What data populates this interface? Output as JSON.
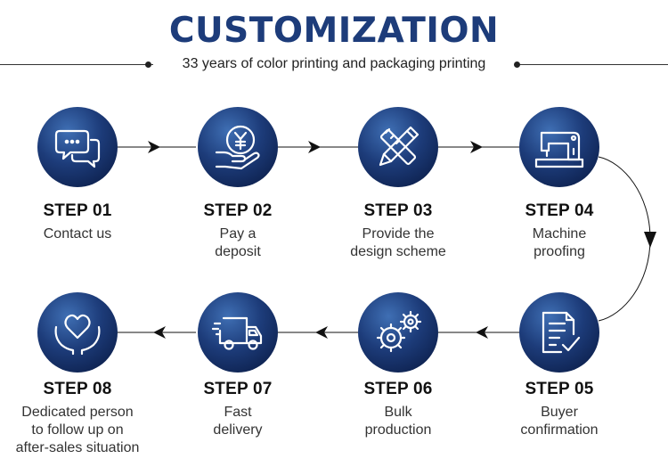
{
  "header": {
    "title": "CUSTOMIZATION",
    "subtitle": "33 years of color printing and packaging printing"
  },
  "colors": {
    "circle_light": "#3f6fb4",
    "circle_dark": "#0f2453",
    "title": "#1d3c7a"
  },
  "steps": [
    {
      "title": "STEP 01",
      "line1": "Contact us",
      "line2": "",
      "line3": "",
      "icon": "chat-bubbles-icon"
    },
    {
      "title": "STEP 02",
      "line1": "Pay a",
      "line2": "deposit",
      "line3": "",
      "icon": "yen-coin-hand-icon"
    },
    {
      "title": "STEP 03",
      "line1": "Provide the",
      "line2": "design scheme",
      "line3": "",
      "icon": "pencil-ruler-icon"
    },
    {
      "title": "STEP 04",
      "line1": "Machine",
      "line2": "proofing",
      "line3": "",
      "icon": "sewing-machine-icon"
    },
    {
      "title": "STEP 05",
      "line1": "Buyer",
      "line2": "confirmation",
      "line3": "",
      "icon": "document-check-icon"
    },
    {
      "title": "STEP 06",
      "line1": "Bulk",
      "line2": "production",
      "line3": "",
      "icon": "gears-icon"
    },
    {
      "title": "STEP 07",
      "line1": "Fast",
      "line2": "delivery",
      "line3": "",
      "icon": "delivery-truck-icon"
    },
    {
      "title": "STEP 08",
      "line1": "Dedicated person",
      "line2": "to follow up on",
      "line3": "after-sales situation",
      "icon": "heart-hands-icon"
    }
  ]
}
